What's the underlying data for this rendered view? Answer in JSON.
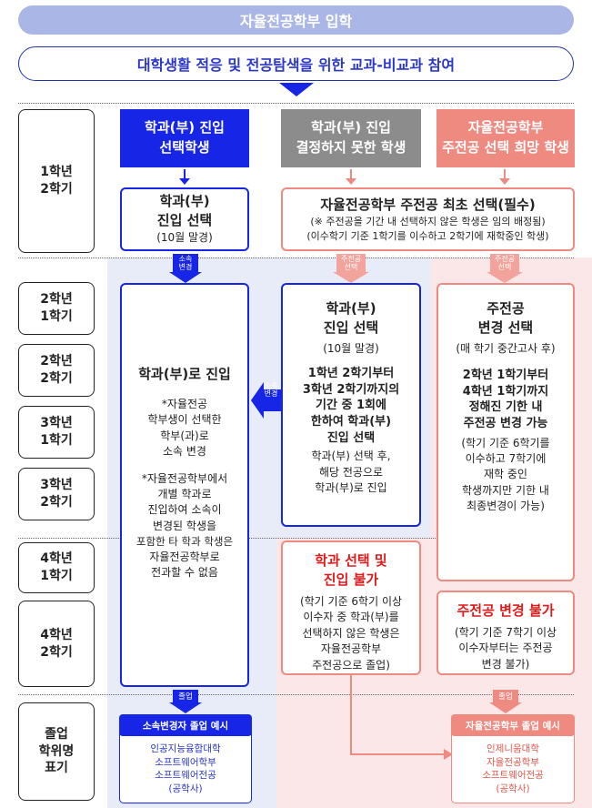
{
  "top_title": "자율전공학부 입학",
  "subtitle": "대학생활 적응 및 전공탐색을 위한 교과-비교과 참여",
  "rows": {
    "r1": [
      "1학년",
      "2학기"
    ],
    "r2": [
      "2학년",
      "1학기"
    ],
    "r3": [
      "2학년",
      "2학기"
    ],
    "r4": [
      "3학년",
      "1학기"
    ],
    "r5": [
      "3학년",
      "2학기"
    ],
    "r6": [
      "4학년",
      "1학기"
    ],
    "r7": [
      "4학년",
      "2학기"
    ],
    "r8": [
      "졸업",
      "학위명",
      "표기"
    ]
  },
  "headers": {
    "blue": [
      "학과(부) 진입",
      "선택학생"
    ],
    "gray": [
      "학과(부) 진입",
      "결정하지 못한 학생"
    ],
    "pink": [
      "자율전공학부",
      "주전공 선택 희망 학생"
    ]
  },
  "box_dept_select": {
    "title": [
      "학과(부)",
      "진입 선택"
    ],
    "note": "(10월 말경)"
  },
  "box_major_first": {
    "title": "자율전공학부 주전공 최초 선택(필수)",
    "notes": [
      "(※ 주전공을 기간 내 선택하지 않은 학생은 임의 배정됨)",
      "(이수학기 기준 1학기를 이수하고 2학기에 재학중인 학생)"
    ]
  },
  "tags": {
    "affil_change": [
      "소속",
      "변경"
    ],
    "major_select": [
      "주전공",
      "선택"
    ],
    "graduation": "졸업"
  },
  "box_enter_dept": {
    "title": "학과(부)로 진입",
    "note1": [
      "*자율전공",
      "학부생이 선택한",
      "학부(과)로",
      "소속 변경"
    ],
    "note2": [
      "*자율전공학부에서",
      "개별 학과로",
      "진입하여 소속이",
      "변경된 학생을",
      "포함한 타 학과 학생은",
      "자율전공학부로",
      "전과할 수 없음"
    ]
  },
  "box_dept_entry": {
    "title": [
      "학과(부)",
      "진입 선택"
    ],
    "note": "(10월 말경)",
    "bold": [
      "1학년 2학기부터",
      "3학년 2학기까지의",
      "기간 중 1회에",
      "한하여 학과(부)",
      "진입 선택"
    ],
    "sub": [
      "학과(부) 선택 후,",
      "해당 전공으로",
      "학과(부)로 진입"
    ]
  },
  "box_major_change": {
    "title": [
      "주전공",
      "변경 선택"
    ],
    "note": "(매 학기 중간고사 후)",
    "bold": [
      "2학년 1학기부터",
      "4학년 1학기까지",
      "정해진 기한 내",
      "주전공 변경 가능"
    ],
    "sub": [
      "(학기 기준 6학기를",
      "이수하고 7학기에",
      "재학 중인",
      "학생까지만 기한 내",
      "최종변경이 가능)"
    ]
  },
  "box_no_dept": {
    "title": [
      "학과 선택 및",
      "진입 불가"
    ],
    "sub": [
      "(학기 기준 6학기 이상",
      "이수자 중 학과(부)를",
      "선택하지 않은 학생은",
      "자율전공학부",
      "주전공으로 졸업)"
    ]
  },
  "box_no_major": {
    "title": "주전공 변경 불가",
    "sub": [
      "(학기 기준 7학기 이상",
      "이수자부터는 주전공",
      "변경 불가)"
    ]
  },
  "grad_blue": {
    "title": "소속변경자 졸업 예시",
    "lines": [
      "인공지능융합대학",
      "소프트웨어학부",
      "소프트웨어전공",
      "(공학사)"
    ]
  },
  "grad_pink": {
    "title": "자율전공학부 졸업 예시",
    "lines": [
      "인제니움대학",
      "자율전공학부",
      "소프트웨어전공",
      "(공학사)"
    ]
  },
  "colors": {
    "blue": "#1726e6",
    "gray": "#8c8c8c",
    "pink": "#ef8a80",
    "red": "#e01919",
    "band_blue": "#e8ecf9",
    "band_pink": "#fbe7e7"
  }
}
